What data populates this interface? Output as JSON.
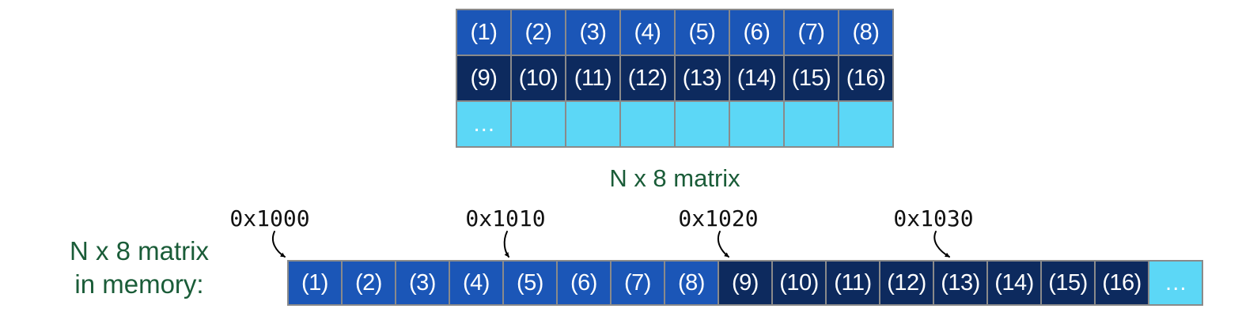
{
  "colors": {
    "row_blue": "#1b56b7",
    "row_navy": "#0d2a5e",
    "row_cyan": "#5cd7f6",
    "grid_line": "#8a8a8a",
    "label_green": "#1a5c38",
    "cell_text": "#ffffff",
    "address_text": "#111111"
  },
  "matrix": {
    "caption": "N x 8 matrix",
    "rows": [
      {
        "color": "row_blue",
        "cells": [
          "(1)",
          "(2)",
          "(3)",
          "(4)",
          "(5)",
          "(6)",
          "(7)",
          "(8)"
        ]
      },
      {
        "color": "row_navy",
        "cells": [
          "(9)",
          "(10)",
          "(11)",
          "(12)",
          "(13)",
          "(14)",
          "(15)",
          "(16)"
        ]
      },
      {
        "color": "row_cyan",
        "cells": [
          "…",
          "",
          "",
          "",
          "",
          "",
          "",
          ""
        ]
      }
    ]
  },
  "memory": {
    "label_line1": "N x 8 matrix",
    "label_line2": "in memory:",
    "addresses": [
      "0x1000",
      "0x1010",
      "0x1020",
      "0x1030"
    ],
    "cells": [
      {
        "label": "(1)",
        "color": "row_blue"
      },
      {
        "label": "(2)",
        "color": "row_blue"
      },
      {
        "label": "(3)",
        "color": "row_blue"
      },
      {
        "label": "(4)",
        "color": "row_blue"
      },
      {
        "label": "(5)",
        "color": "row_blue"
      },
      {
        "label": "(6)",
        "color": "row_blue"
      },
      {
        "label": "(7)",
        "color": "row_blue"
      },
      {
        "label": "(8)",
        "color": "row_blue"
      },
      {
        "label": "(9)",
        "color": "row_navy"
      },
      {
        "label": "(10)",
        "color": "row_navy"
      },
      {
        "label": "(11)",
        "color": "row_navy"
      },
      {
        "label": "(12)",
        "color": "row_navy"
      },
      {
        "label": "(13)",
        "color": "row_navy"
      },
      {
        "label": "(14)",
        "color": "row_navy"
      },
      {
        "label": "(15)",
        "color": "row_navy"
      },
      {
        "label": "(16)",
        "color": "row_navy"
      },
      {
        "label": "…",
        "color": "row_cyan"
      }
    ]
  }
}
